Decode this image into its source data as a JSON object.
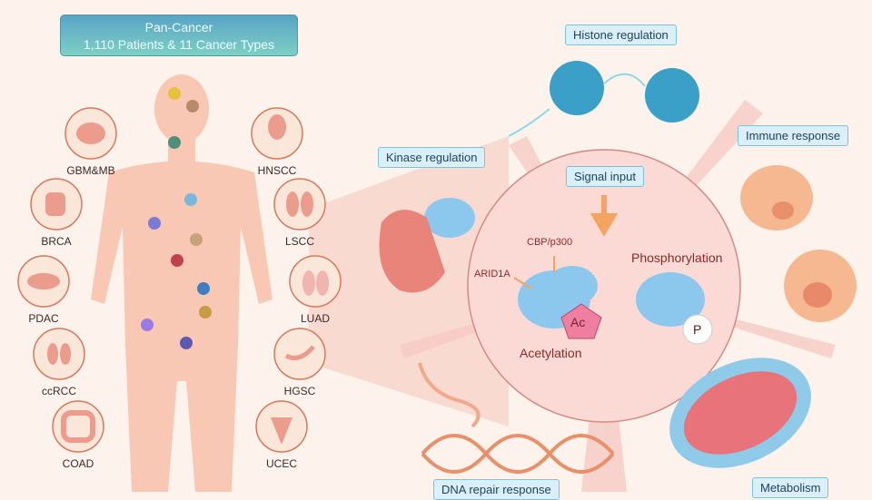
{
  "header": {
    "title": "Pan-Cancer",
    "subtitle": "1,110 Patients & 11 Cancer Types"
  },
  "cancer_types": {
    "left": [
      "GBM&MB",
      "BRCA",
      "PDAC",
      "ccRCC",
      "COAD"
    ],
    "right": [
      "HNSCC",
      "LSCC",
      "LUAD",
      "HGSC",
      "UCEC"
    ]
  },
  "processes": {
    "histone": "Histone regulation",
    "kinase": "Kinase regulation",
    "signal": "Signal input",
    "immune": "Immune response",
    "dna": "DNA repair response",
    "metabolism": "Metabolism"
  },
  "circle": {
    "cbp": "CBP/p300",
    "arid": "ARID1A",
    "ac": "Ac",
    "acetylation": "Acetylation",
    "phosphorylation": "Phosphorylation",
    "p": "P"
  },
  "colors": {
    "accent": "#f4a460",
    "circle": "#fbd9d6",
    "protein": "#8cc8ee",
    "ac": "#f07ea0"
  }
}
